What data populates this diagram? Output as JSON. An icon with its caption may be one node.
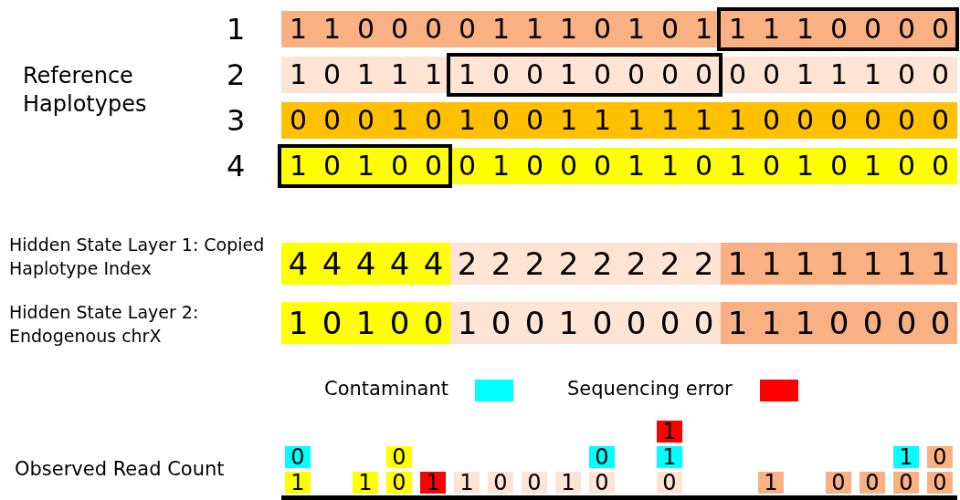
{
  "diagram": {
    "labels": [
      "Reference Haplotypes",
      "1",
      "1",
      "1",
      "0",
      "0",
      "0",
      "0",
      "1",
      "1",
      "1",
      "0",
      "1",
      "0",
      "1",
      "1",
      "1",
      "1",
      "0",
      "0",
      "0",
      "0",
      "2",
      "1",
      "0",
      "1",
      "1",
      "1",
      "1",
      "0",
      "0",
      "1",
      "0",
      "0",
      "0",
      "0",
      "0",
      "0",
      "1",
      "1",
      "1",
      "0",
      "0",
      "3",
      "0",
      "0",
      "0",
      "1",
      "0",
      "1",
      "0",
      "0",
      "1",
      "1",
      "1",
      "1",
      "1",
      "1",
      "0",
      "0",
      "0",
      "0",
      "0",
      "0",
      "4",
      "1",
      "0",
      "1",
      "0",
      "0",
      "0",
      "1",
      "0",
      "0",
      "0",
      "1",
      "1",
      "0",
      "1",
      "0",
      "1",
      "0",
      "1",
      "0",
      "0",
      "Hidden State Layer 1: Copied Haplotype Index",
      "4",
      "4",
      "4",
      "4",
      "4",
      "2",
      "2",
      "2",
      "2",
      "2",
      "2",
      "2",
      "2",
      "1",
      "1",
      "1",
      "1",
      "1",
      "1",
      "1",
      "Hidden State Layer 2: Endogenous chrX",
      "1",
      "0",
      "1",
      "0",
      "0",
      "1",
      "0",
      "0",
      "1",
      "0",
      "0",
      "0",
      "0",
      "1",
      "1",
      "1",
      "0",
      "0",
      "0",
      "0",
      "Observed Read Count",
      "1",
      "0",
      "0",
      "0",
      "1",
      "1",
      "0",
      "1",
      "1",
      "0",
      "1",
      "1",
      "0",
      "0",
      "1",
      "0",
      "0",
      "1",
      "0",
      "0",
      "0",
      "0"
    ],
    "legend": [
      {
        "text": "Contaminant",
        "color": "#00ffff"
      },
      {
        "text": "Sequencing error",
        "color": "#ff0000"
      }
    ]
  }
}
